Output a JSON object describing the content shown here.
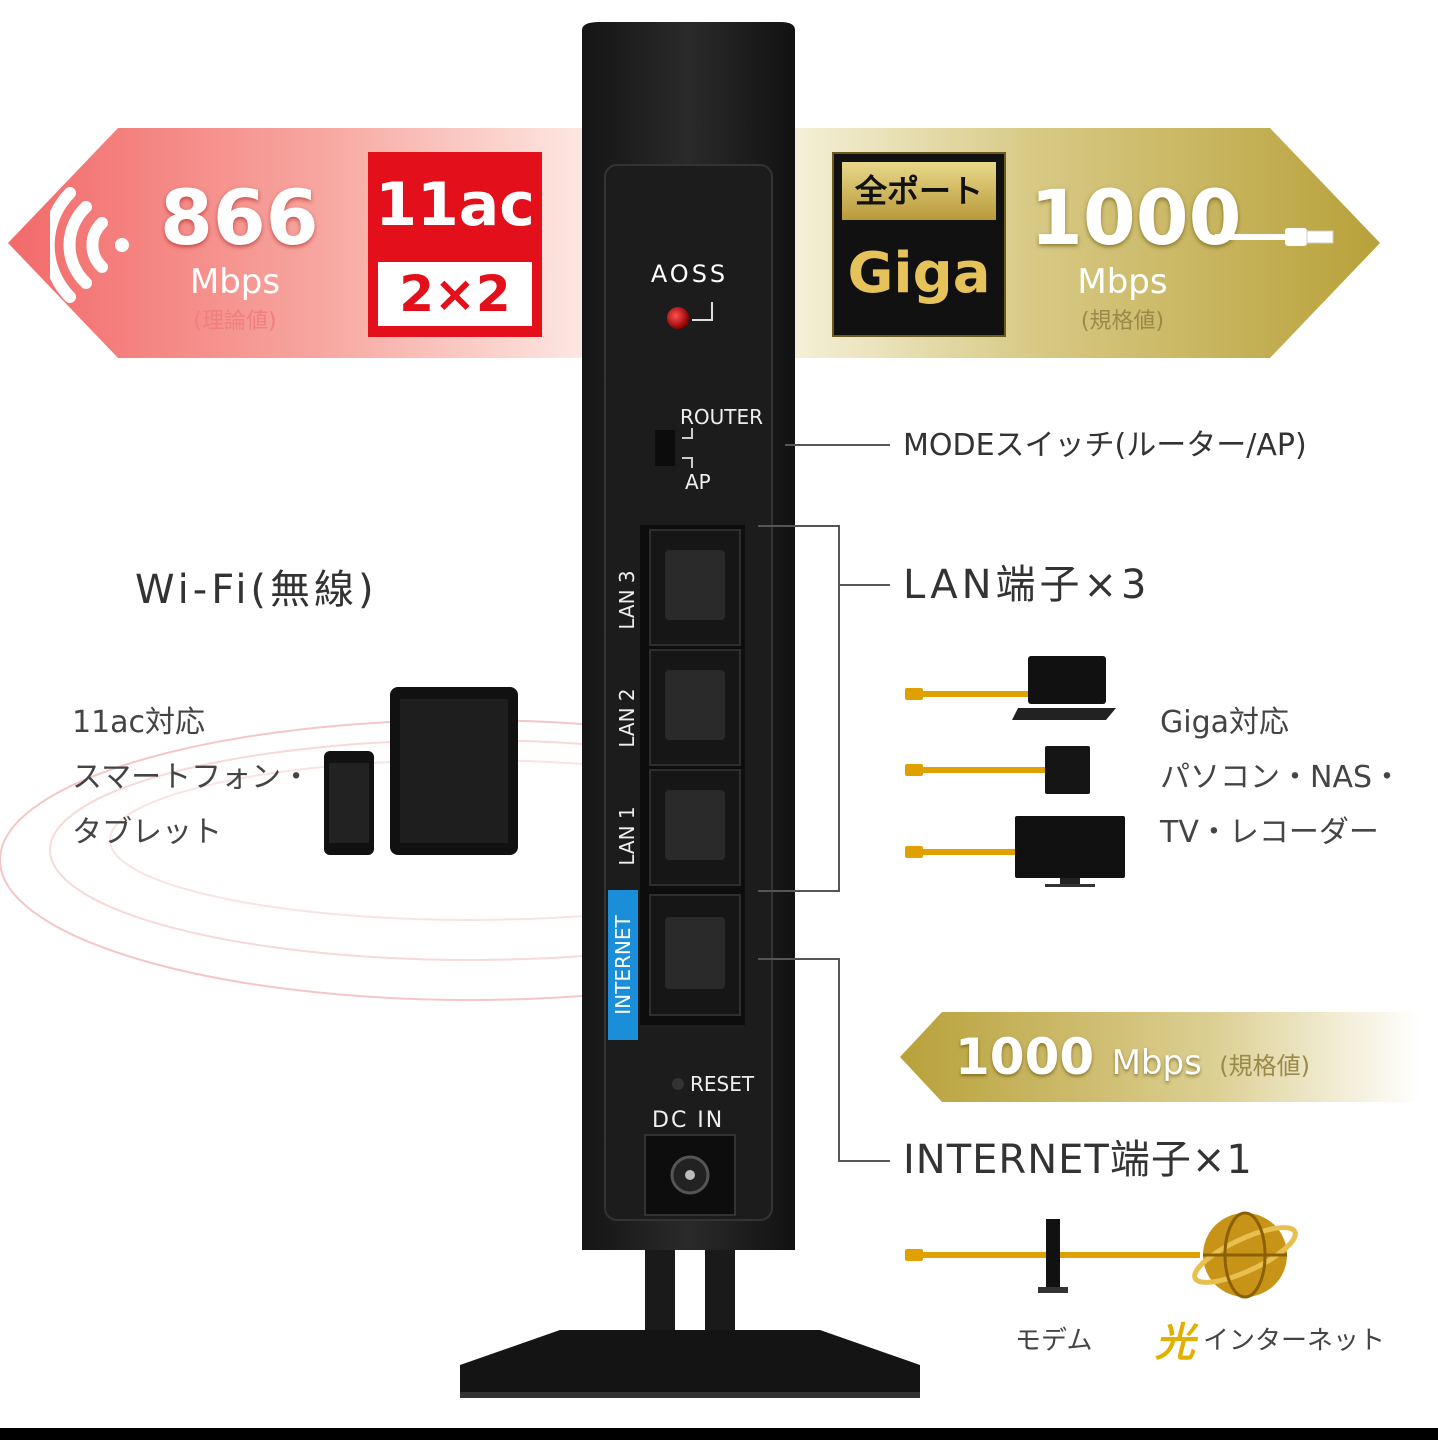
{
  "left_banner": {
    "speed": "866",
    "unit": "Mbps",
    "note": "(理論値)",
    "badge_top": "11ac",
    "badge_bottom": "2×2",
    "color": "#e3101b"
  },
  "right_banner": {
    "badge_top": "全ポート",
    "badge_main": "Giga",
    "speed": "1000",
    "unit": "Mbps",
    "note": "(規格値)",
    "color": "#b8a13a"
  },
  "router": {
    "aoss": "AOSS",
    "switch_router": "ROUTER",
    "switch_ap": "AP",
    "lan3": "LAN 3",
    "lan2": "LAN 2",
    "lan1": "LAN 1",
    "internet": "INTERNET",
    "reset": "RESET",
    "dc_in": "DC IN",
    "internet_color": "#1a8ed8"
  },
  "callouts": {
    "mode": "MODEスイッチ(ルーター/AP)",
    "lan": "LAN端子×3",
    "giga_devices": [
      "Giga対応",
      "パソコン・NAS・",
      "TV・レコーダー"
    ],
    "internet": "INTERNET端子×1",
    "bottom_speed": "1000",
    "bottom_unit": "Mbps",
    "bottom_note": "(規格値)",
    "modem": "モデム",
    "hikari": "光",
    "hikari_text": "インターネット"
  },
  "wifi": {
    "title": "Wi-Fi(無線)",
    "devices": [
      "11ac対応",
      "スマートフォン・",
      "タブレット"
    ]
  }
}
